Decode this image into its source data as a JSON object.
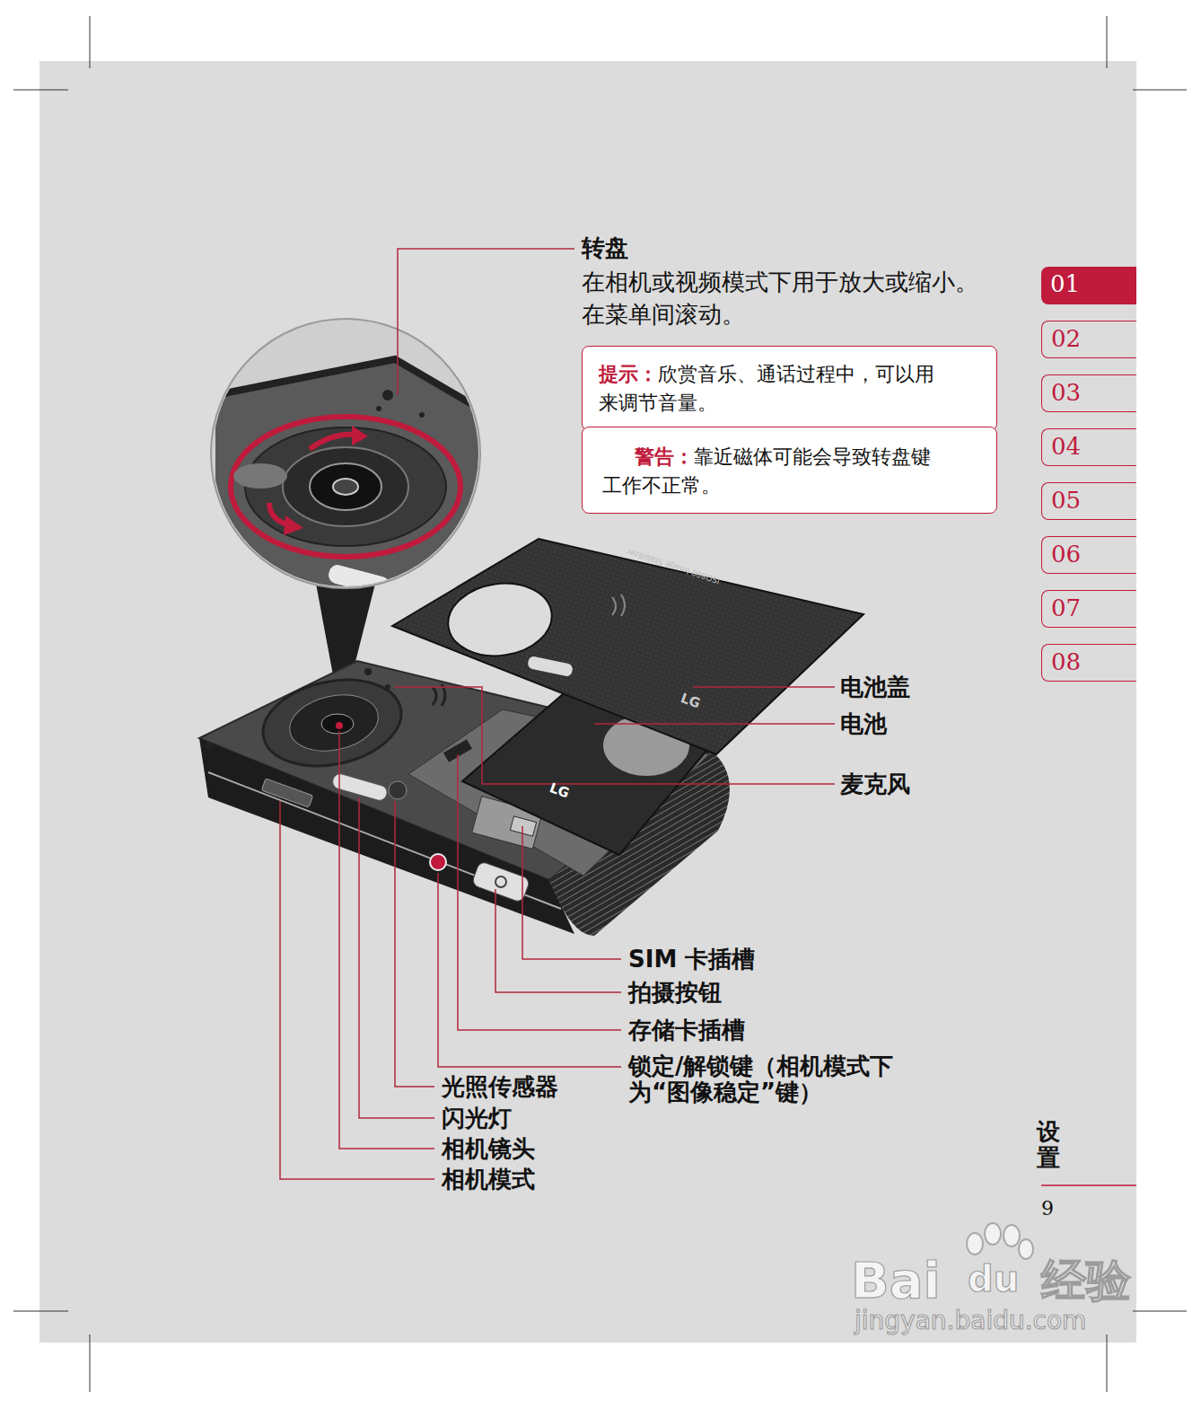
{
  "diagram": {
    "nodes": [
      {
        "text": [
          "提示：",
          "欣赏音乐、通话过程中，可以用 来调节音量。"
        ]
      },
      {
        "text": [
          "警告：",
          "靠近磁体可能会导致转盘键 工作不正常。"
        ]
      },
      {
        "text": [
          "01"
        ]
      },
      {
        "text": [
          "02"
        ]
      },
      {
        "text": [
          "03"
        ]
      },
      {
        "text": [
          "04"
        ]
      },
      {
        "text": [
          "05"
        ]
      },
      {
        "text": [
          "06"
        ]
      },
      {
        "text": [
          "07"
        ]
      },
      {
        "text": [
          "08"
        ]
      }
    ],
    "labels": [
      "转盘",
      "在相机或视频模式下用于放大或缩小。 在菜单间滚动。",
      "电池盖",
      "电池",
      "麦克风",
      "SIM 卡插槽",
      "拍摄按钮",
      "存储卡插槽",
      "锁定/解锁键（相机模式下 为“图像稳定”键）",
      "光照传感器",
      "闪光灯",
      "相机镜头",
      "相机模式",
      "设置",
      "9",
      "LG",
      "LG",
      "ISO800 Image Stabilizer",
      "Bai",
      "du",
      "经验",
      "jingyan.baidu.com"
    ]
  }
}
